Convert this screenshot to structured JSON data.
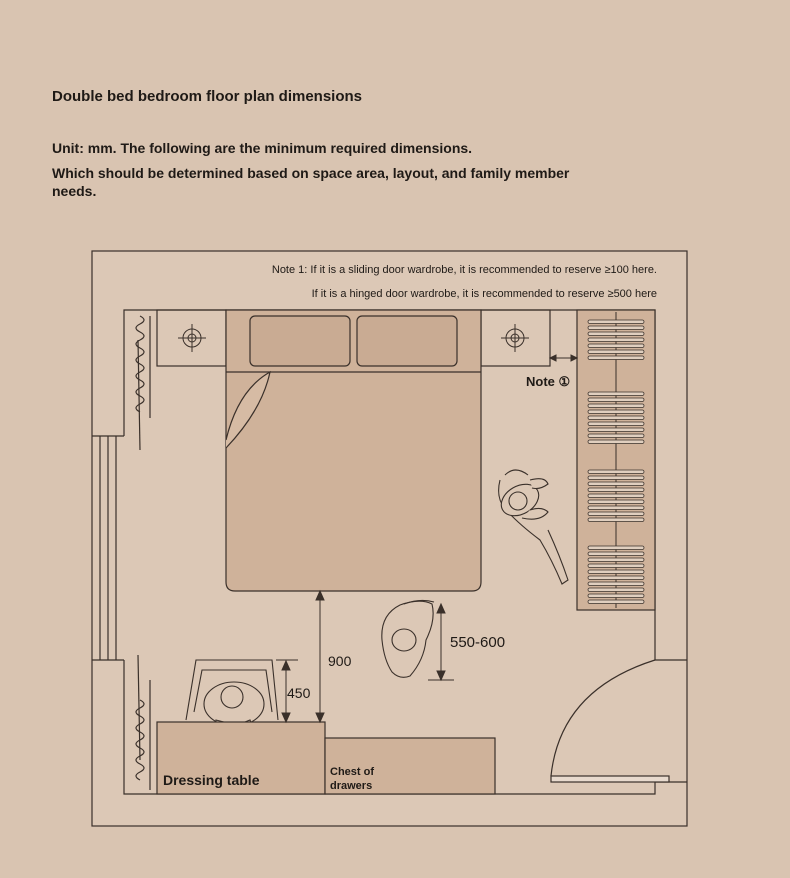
{
  "header": {
    "title": "Double bed bedroom floor plan dimensions",
    "unit_line": "Unit: mm. The following are the minimum required dimensions.",
    "note_line": "Which should be determined based on space area, layout, and family member needs."
  },
  "plan": {
    "note1_line1": "Note 1: If it is a sliding door wardrobe, it is recommended to reserve ≥100 here.",
    "note1_line2": "If it is a hinged door wardrobe, it is recommended to reserve ≥500 here",
    "note_marker": "Note ①",
    "dim_bed_to_table": "900",
    "dim_chair": "450",
    "dim_walkway": "550-600",
    "dressing_table": "Dressing table",
    "chest_line1": "Chest of",
    "chest_line2": "drawers"
  },
  "colors": {
    "background": "#d9c4b1",
    "room_floor": "#dcc8b6",
    "furniture": "#cfb29a",
    "line": "#3a302a"
  }
}
